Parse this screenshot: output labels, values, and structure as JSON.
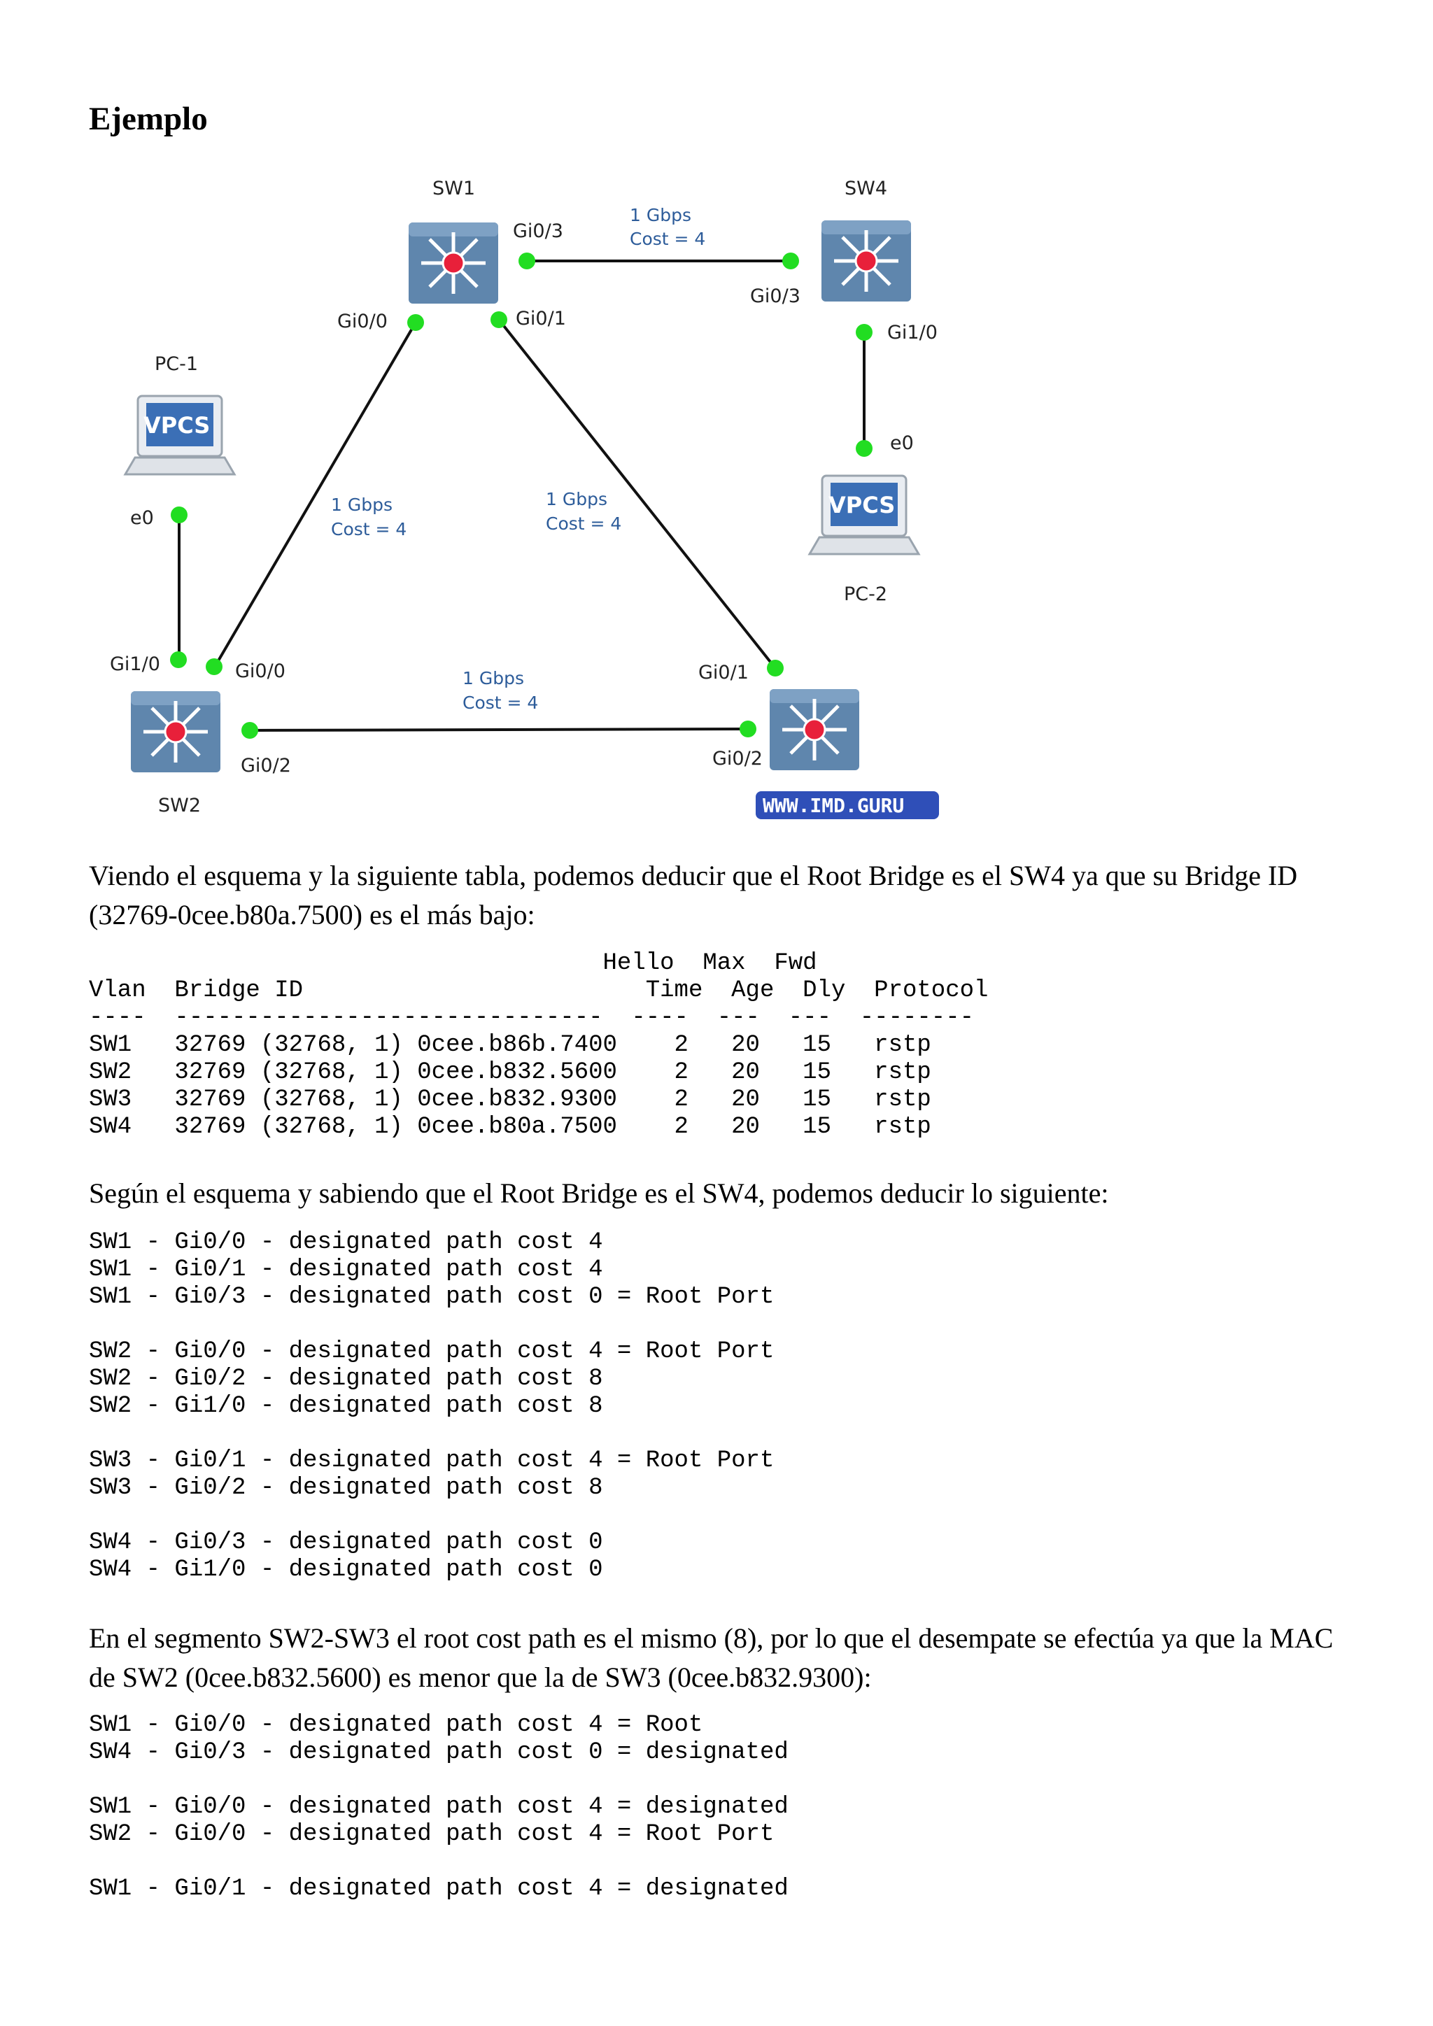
{
  "heading": "Ejemplo",
  "diagram": {
    "switches": {
      "sw1": "SW1",
      "sw2": "SW2",
      "sw4": "SW4"
    },
    "pcs": {
      "pc1": "PC-1",
      "pc2": "PC-2",
      "vpcs": "VPCS"
    },
    "ports": {
      "sw1_gi03": "Gi0/3",
      "sw1_gi00": "Gi0/0",
      "sw1_gi01": "Gi0/1",
      "sw4_gi03": "Gi0/3",
      "sw4_gi10": "Gi1/0",
      "pc2_e0": "e0",
      "pc1_e0": "e0",
      "sw2_gi10": "Gi1/0",
      "sw2_gi00": "Gi0/0",
      "sw2_gi02": "Gi0/2",
      "sw3_gi01": "Gi0/1",
      "sw3_gi02": "Gi0/2"
    },
    "links": {
      "speed": "1 Gbps",
      "cost": "Cost = 4"
    },
    "watermark": "WWW.IMD.GURU",
    "colors": {
      "link_label": "#2d5c9a",
      "port_dot": "#22dd22",
      "switch_body": "#5f86ad",
      "switch_core": "#e8203a",
      "watermark_bg": "#2f4fb8"
    }
  },
  "para1": "Viendo el esquema y la siguiente tabla, podemos deducir que el Root Bridge es el SW4 ya que su Bridge ID (32769-0cee.b80a.7500) es el más bajo:",
  "table_block": "                                    Hello  Max  Fwd\nVlan  Bridge ID                        Time  Age  Dly  Protocol\n----  ------------------------------  ----  ---  ---  --------\nSW1   32769 (32768, 1) 0cee.b86b.7400    2   20   15   rstp\nSW2   32769 (32768, 1) 0cee.b832.5600    2   20   15   rstp\nSW3   32769 (32768, 1) 0cee.b832.9300    2   20   15   rstp\nSW4   32769 (32768, 1) 0cee.b80a.7500    2   20   15   rstp",
  "para2": "Según el esquema y sabiendo que el Root Bridge es el SW4, podemos deducir lo siguiente:",
  "code_block_1": "SW1 - Gi0/0 - designated path cost 4\nSW1 - Gi0/1 - designated path cost 4\nSW1 - Gi0/3 - designated path cost 0 = Root Port\n\nSW2 - Gi0/0 - designated path cost 4 = Root Port\nSW2 - Gi0/2 - designated path cost 8\nSW2 - Gi1/0 - designated path cost 8\n\nSW3 - Gi0/1 - designated path cost 4 = Root Port\nSW3 - Gi0/2 - designated path cost 8\n\nSW4 - Gi0/3 - designated path cost 0\nSW4 - Gi1/0 - designated path cost 0",
  "para3": "En el segmento SW2-SW3 el root cost path es el mismo (8), por lo que el desempate se efectúa ya que la MAC de SW2 (0cee.b832.5600) es menor que la de SW3 (0cee.b832.9300):",
  "code_block_2": "SW1 - Gi0/0 - designated path cost 4 = Root\nSW4 - Gi0/3 - designated path cost 0 = designated\n\nSW1 - Gi0/0 - designated path cost 4 = designated\nSW2 - Gi0/0 - designated path cost 4 = Root Port\n\nSW1 - Gi0/1 - designated path cost 4 = designated"
}
